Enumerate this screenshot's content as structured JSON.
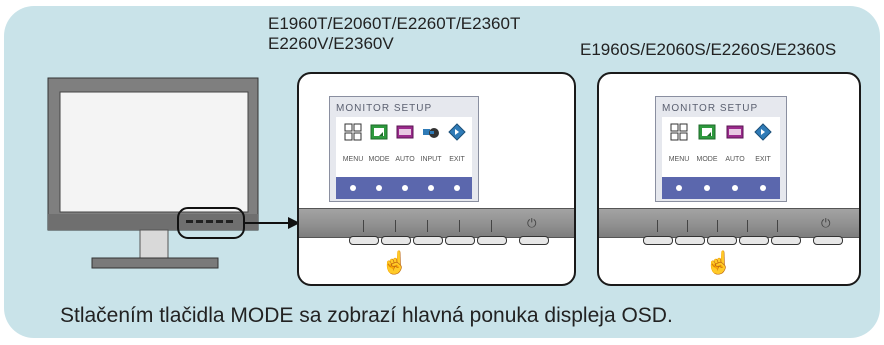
{
  "header_t": {
    "line1": "E1960T/E2060T/E2260T/E2360T",
    "line2": "E2260V/E2360V"
  },
  "header_s": {
    "line1": "E1960S/E2060S/E2260S/E2360S"
  },
  "osd_t": {
    "title": "MONITOR SETUP",
    "items": [
      "MENU",
      "MODE",
      "AUTO",
      "INPUT",
      "EXIT"
    ]
  },
  "osd_s": {
    "title": "MONITOR SETUP",
    "items": [
      "MENU",
      "MODE",
      "AUTO",
      "EXIT"
    ]
  },
  "caption": "Stlačením tlačidla MODE sa zobrazí hlavná ponuka displeja OSD.",
  "icons": {
    "menu": "grid-icon",
    "mode": "mode-icon",
    "auto": "auto-icon",
    "input": "input-icon",
    "exit": "exit-arrow-icon",
    "power": "power-icon",
    "press": "finger-press-icon"
  },
  "colors": {
    "panel_bg": "#c9e3e9",
    "osd_bar": "#5b67ad",
    "accent_green": "#2e9a3e",
    "accent_purple": "#9b2a8c",
    "accent_blue": "#2f7bb7"
  }
}
